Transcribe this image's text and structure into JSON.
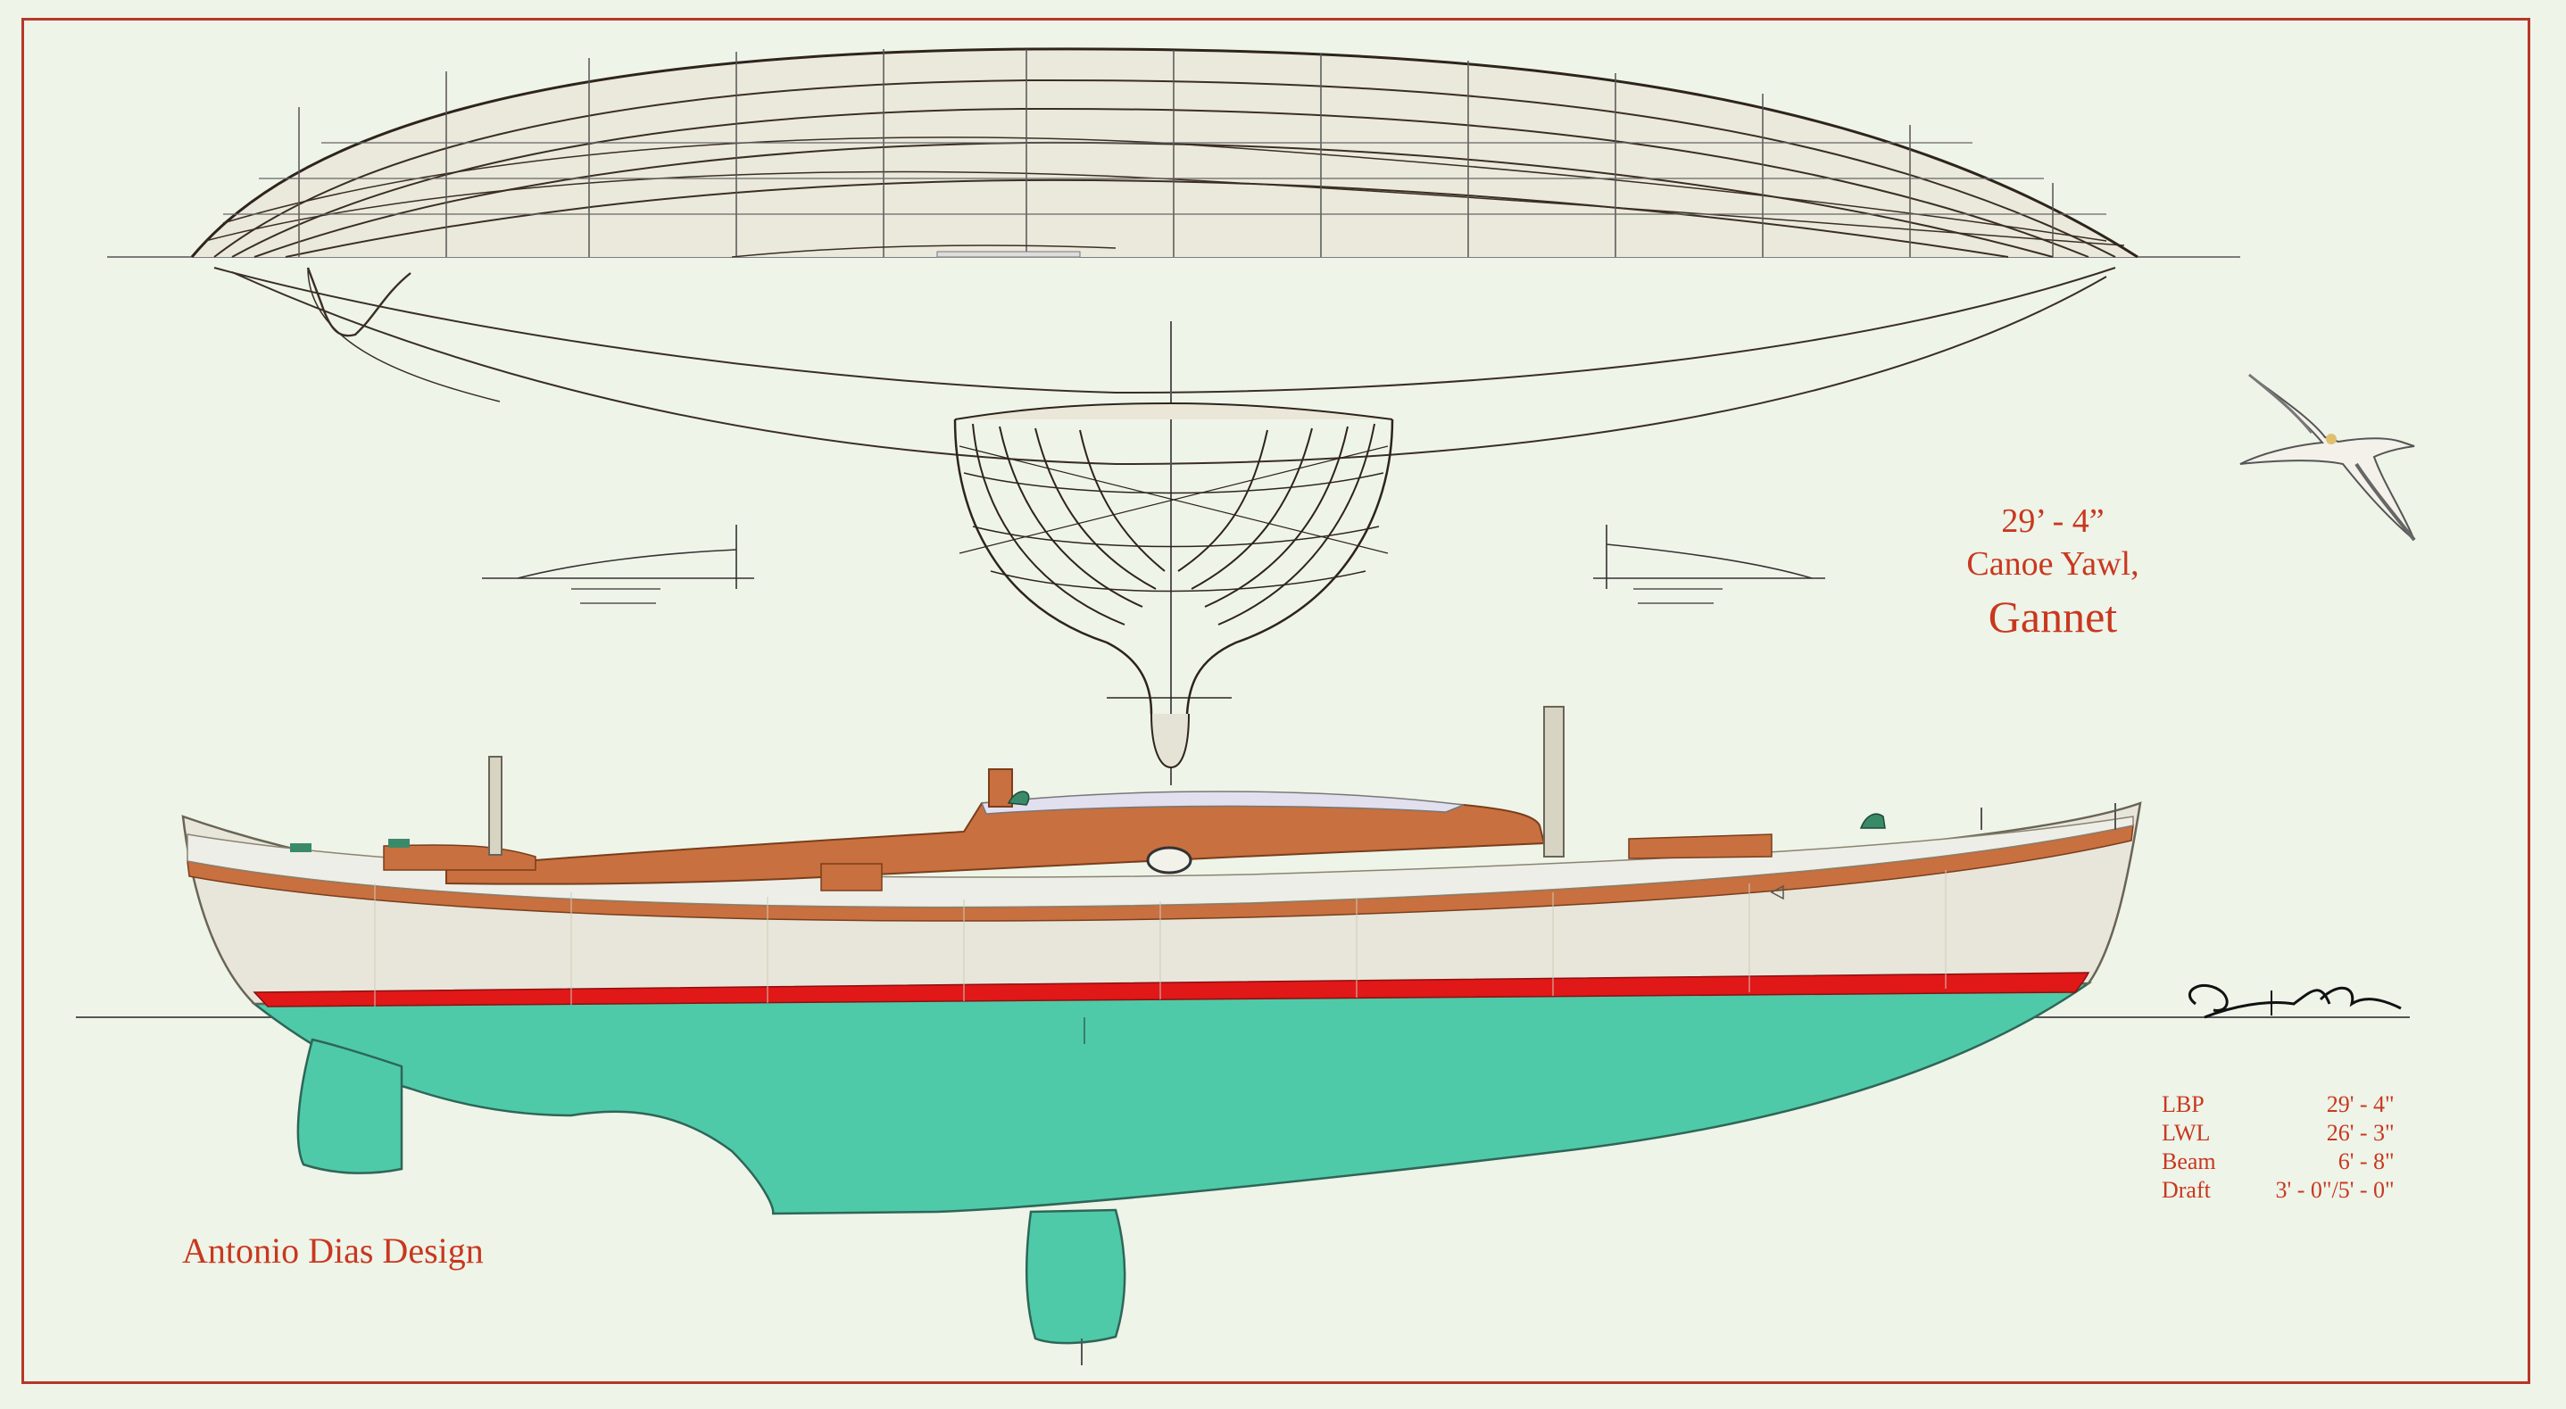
{
  "title": {
    "length": "29’ - 4”",
    "type": "Canoe Yawl,",
    "name": "Gannet"
  },
  "designer": "Antonio Dias Design",
  "specs": [
    {
      "label": "LBP",
      "value": "29' - 4\""
    },
    {
      "label": "LWL",
      "value": "26' - 3\""
    },
    {
      "label": "Beam",
      "value": "6' - 8\""
    },
    {
      "label": "Draft",
      "value": "3' - 0\"/5' - 0\""
    }
  ],
  "colors": {
    "border": "#b6372a",
    "text_red": "#c8381f",
    "bottom_paint": "#4fcaa8",
    "boot_top": "#e01818",
    "topsides": "#e8e6da",
    "brightwork": "#c8703f",
    "line_ink": "#3a2e24"
  },
  "icons": {
    "bird": "gannet-bird-icon",
    "signature": "signature-icon"
  }
}
